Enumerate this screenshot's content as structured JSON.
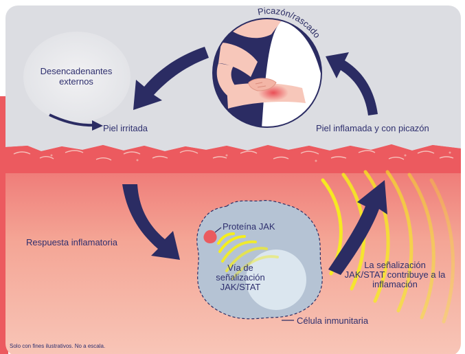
{
  "labels": {
    "external_triggers": "Desencadenantes externos",
    "itch_scratch": "Picazón/rascado",
    "irritated_skin": "Piel irritada",
    "inflamed_itchy_skin": "Piel inflamada y con picazón",
    "inflammatory_response": "Respuesta inflamatoria",
    "jak_protein": "Proteína JAK",
    "signaling_pathway": "Vía de señalización JAK/STAT",
    "signaling_contributes": "La señalización JAK/STAT contribuye a la inflamación",
    "immune_cell": "Célula inmunitaria",
    "disclaimer": "Solo con fines ilustrativos. No a escala."
  },
  "colors": {
    "sky_gray": "#dcdde2",
    "skin_top": "#ec5a5f",
    "skin_bottom": "#f7c0b4",
    "navy": "#2b2c63",
    "cell_blue": "#b5c3d4",
    "nucleus": "#dbe6ef",
    "signal_yellow": "#f5ee1c",
    "jak_red": "#ea5b5f",
    "skin_tone": "#f7c7ba"
  },
  "icons": {
    "cycle_arrows": "curved-arrow",
    "person": "scratching-arm-illustration"
  }
}
